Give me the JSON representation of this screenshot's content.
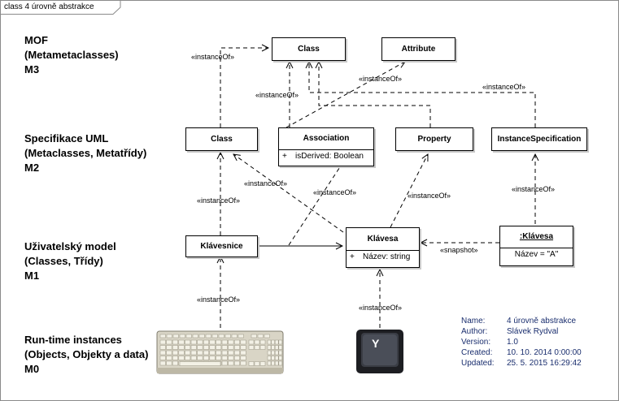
{
  "frame_title": "class 4 úrovně abstrakce",
  "levels": [
    {
      "lines": [
        "MOF",
        "(Metametaclasses)",
        "M3"
      ]
    },
    {
      "lines": [
        "Specifikace UML",
        "(Metaclasses, Metatřídy)",
        "M2"
      ]
    },
    {
      "lines": [
        "Uživatelský model",
        "(Classes, Třídy)",
        "M1"
      ]
    },
    {
      "lines": [
        "Run-time instances",
        "(Objects, Objekty a data)",
        "M0"
      ]
    }
  ],
  "classes": {
    "m3_class": "Class",
    "m3_attribute": "Attribute",
    "m2_class": "Class",
    "m2_association": {
      "name": "Association",
      "attr_prefix": "+",
      "attr": "isDerived: Boolean"
    },
    "m2_property": "Property",
    "m2_instance_spec": "InstanceSpecification",
    "m1_klavesnice": "Klávesnice",
    "m1_klavesa": {
      "name": "Klávesa",
      "attr_prefix": "+",
      "attr": "Název: string"
    },
    "m1_instance": {
      "name": ":Klávesa",
      "attr": "Název = \"A\""
    }
  },
  "labels": {
    "instance_of": "«instanceOf»",
    "snapshot": "«snapshot»"
  },
  "keycap_letter": "Y",
  "info": [
    {
      "key": "Name:",
      "value": "4 úrovně abstrakce"
    },
    {
      "key": "Author:",
      "value": "Slávek Rydval"
    },
    {
      "key": "Version:",
      "value": "1.0"
    },
    {
      "key": "Created:",
      "value": "10. 10. 2014 0:00:00"
    },
    {
      "key": "Updated:",
      "value": "25. 5. 2015 16:29:42"
    }
  ]
}
